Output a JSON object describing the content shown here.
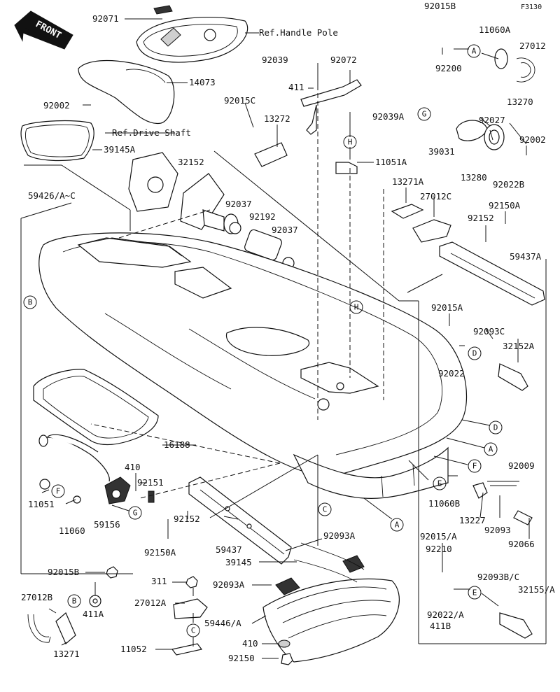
{
  "figure_id": "F3130",
  "front_arrow_label": "FRONT",
  "references": {
    "handle_pole": "Ref.Handle Pole",
    "drive_shaft": "Ref.Drive Shaft"
  },
  "part_labels": {
    "p92071": "92071",
    "p14073": "14073",
    "p92002_l": "92002",
    "p39145A": "39145A",
    "p59426": "59426/A~C",
    "p32152": "32152",
    "p92037_a": "92037",
    "p92192": "92192",
    "p92037_b": "92037",
    "p92039": "92039",
    "p92072": "92072",
    "p411": "411",
    "p92015C": "92015C",
    "p13272": "13272",
    "p92039A": "92039A",
    "p11051A": "11051A",
    "p92015B_t": "92015B",
    "p11060A": "11060A",
    "p27012": "27012",
    "p92200": "92200",
    "p13270": "13270",
    "p92027": "92027",
    "p92002_r": "92002",
    "p39031": "39031",
    "p13280": "13280",
    "p92022B": "92022B",
    "p13271A": "13271A",
    "p27012C": "27012C",
    "p92150A_t": "92150A",
    "p92152_t": "92152",
    "p59437A": "59437A",
    "p92015A": "92015A",
    "p92093C": "92093C",
    "p32152A": "32152A",
    "p92022": "92022",
    "p16188": "16188",
    "p410_a": "410",
    "p92151": "92151",
    "p11051": "11051",
    "p11060": "11060",
    "p59156": "59156",
    "p92009": "92009",
    "p11060B": "11060B",
    "p13227": "13227",
    "p92093": "92093",
    "p92066": "92066",
    "p92152_b": "92152",
    "p92150A_b": "92150A",
    "p59437": "59437",
    "p92093A_a": "92093A",
    "p39145": "39145",
    "p92015_A": "92015/A",
    "p92210": "92210",
    "p92093BC": "92093B/C",
    "p32155A": "32155/A",
    "p92022A": "92022/A",
    "p411B": "411B",
    "p92015B_b": "92015B",
    "p411A": "411A",
    "p27012B": "27012B",
    "p13271": "13271",
    "p311": "311",
    "p27012A": "27012A",
    "p92093A_b": "92093A",
    "p59446A": "59446/A",
    "p11052": "11052",
    "p410_b": "410",
    "p92150": "92150"
  },
  "callout_letters": [
    "A",
    "B",
    "C",
    "D",
    "E",
    "F",
    "G",
    "H"
  ]
}
